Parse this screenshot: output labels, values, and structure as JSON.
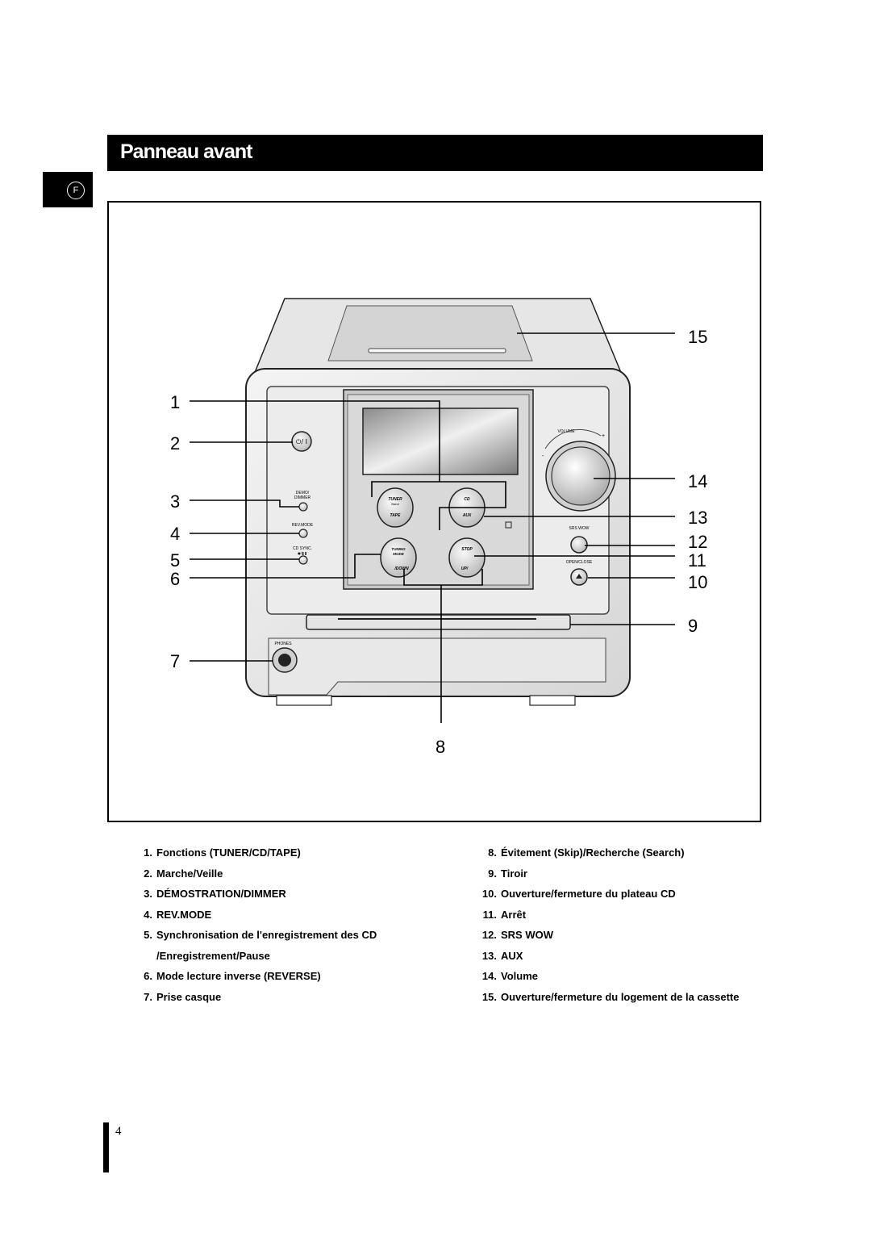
{
  "page": {
    "title": "Panneau avant",
    "lang_tab": "F",
    "page_number": "4"
  },
  "device": {
    "volume": "VOLUME",
    "minus": "-",
    "plus": "+",
    "power": "⏻/ I",
    "demo": "DEMO/",
    "dimmer": "DIMMER",
    "rev_mode": "REV.MODE",
    "cd_sync": "CD SYNC.",
    "cd_sync_sub": "●/❚❚",
    "tuner": "TUNER",
    "band": "Band",
    "tape": "TAPE",
    "cd": "CD",
    "aux": "AUX",
    "tuning": "TUNING",
    "mode": "MODE",
    "down": "/DOWN",
    "stop": "STOP",
    "up": "UP/",
    "srs_wow": "SRS WOW",
    "open_close": "OPEN/CLOSE",
    "phones": "PHONES"
  },
  "callouts": [
    "1",
    "2",
    "3",
    "4",
    "5",
    "6",
    "7",
    "8",
    "9",
    "10",
    "11",
    "12",
    "13",
    "14",
    "15"
  ],
  "legend_left": [
    {
      "num": "1.",
      "text": "Fonctions (TUNER/CD/TAPE)"
    },
    {
      "num": "2.",
      "text": "Marche/Veille"
    },
    {
      "num": "3.",
      "text": "DÉMOSTRATION/DIMMER"
    },
    {
      "num": "4.",
      "text": "REV.MODE"
    },
    {
      "num": "5.",
      "text": "Synchronisation de l'enregistrement des CD"
    },
    {
      "num": "",
      "text": "/Enregistrement/Pause"
    },
    {
      "num": "6.",
      "text": "Mode lecture inverse (REVERSE)"
    },
    {
      "num": "7.",
      "text": "Prise casque"
    }
  ],
  "legend_right": [
    {
      "num": "8.",
      "text": "Évitement (Skip)/Recherche (Search)"
    },
    {
      "num": "9.",
      "text": "Tiroir"
    },
    {
      "num": "10.",
      "text": "Ouverture/fermeture du plateau CD"
    },
    {
      "num": "11.",
      "text": "Arrêt"
    },
    {
      "num": "12.",
      "text": "SRS WOW"
    },
    {
      "num": "13.",
      "text": "AUX"
    },
    {
      "num": "14.",
      "text": "Volume"
    },
    {
      "num": "15.",
      "text": "Ouverture/fermeture du logement de la cassette"
    }
  ]
}
